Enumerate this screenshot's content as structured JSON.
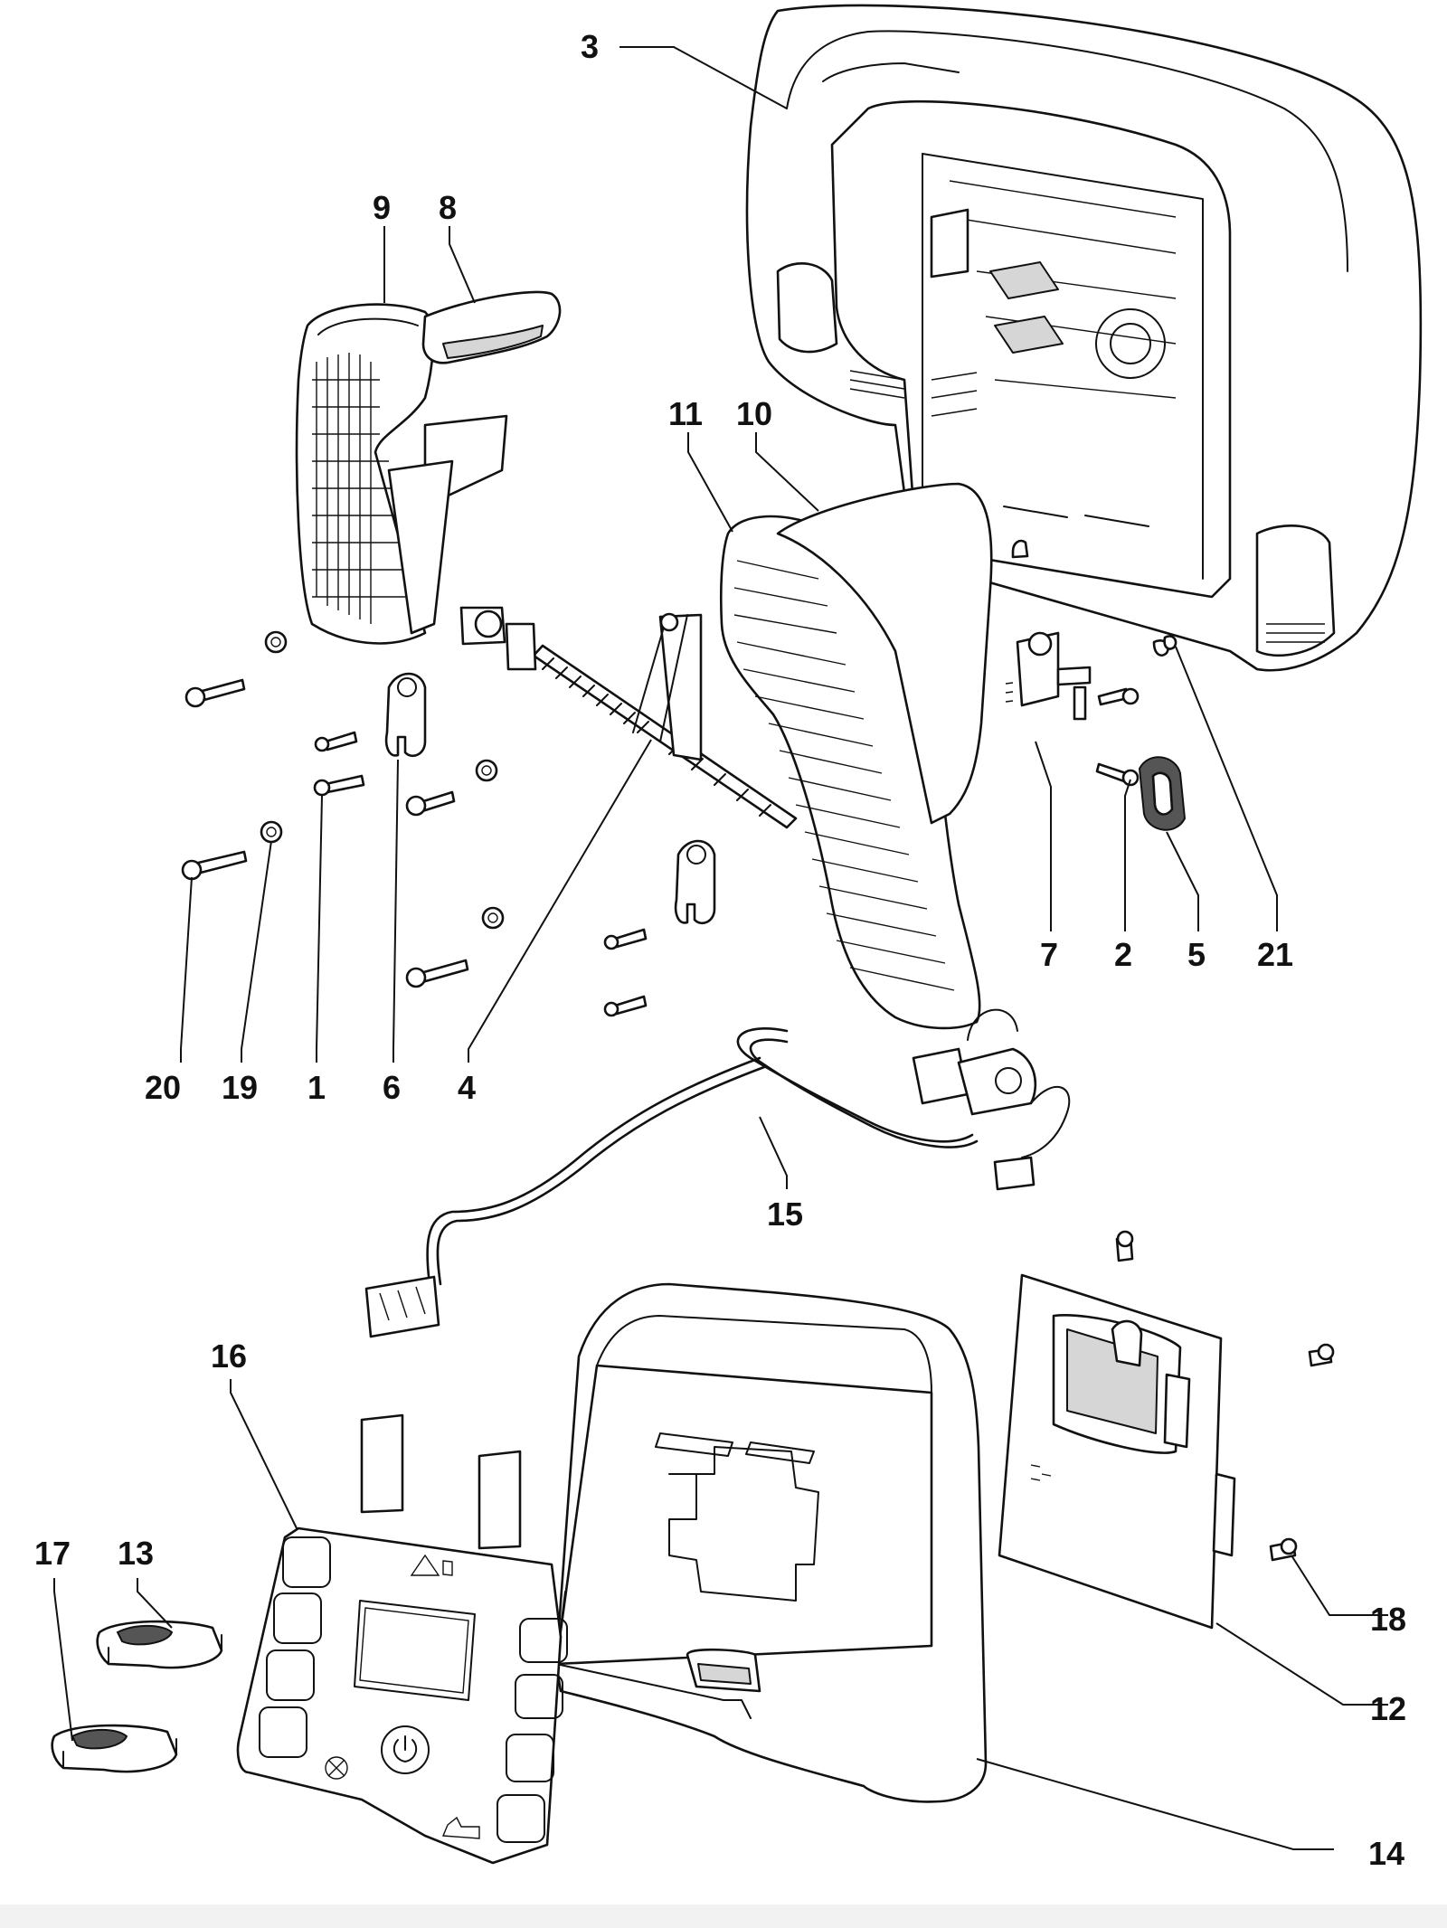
{
  "diagram": {
    "callouts": [
      {
        "id": "3",
        "label": "3"
      },
      {
        "id": "9",
        "label": "9"
      },
      {
        "id": "8",
        "label": "8"
      },
      {
        "id": "11",
        "label": "11"
      },
      {
        "id": "10",
        "label": "10"
      },
      {
        "id": "7",
        "label": "7"
      },
      {
        "id": "2",
        "label": "2"
      },
      {
        "id": "5",
        "label": "5"
      },
      {
        "id": "21",
        "label": "21"
      },
      {
        "id": "20",
        "label": "20"
      },
      {
        "id": "19",
        "label": "19"
      },
      {
        "id": "1",
        "label": "1"
      },
      {
        "id": "6",
        "label": "6"
      },
      {
        "id": "4",
        "label": "4"
      },
      {
        "id": "15",
        "label": "15"
      },
      {
        "id": "16",
        "label": "16"
      },
      {
        "id": "17",
        "label": "17"
      },
      {
        "id": "13",
        "label": "13"
      },
      {
        "id": "18",
        "label": "18"
      },
      {
        "id": "12",
        "label": "12"
      },
      {
        "id": "14",
        "label": "14"
      }
    ]
  }
}
